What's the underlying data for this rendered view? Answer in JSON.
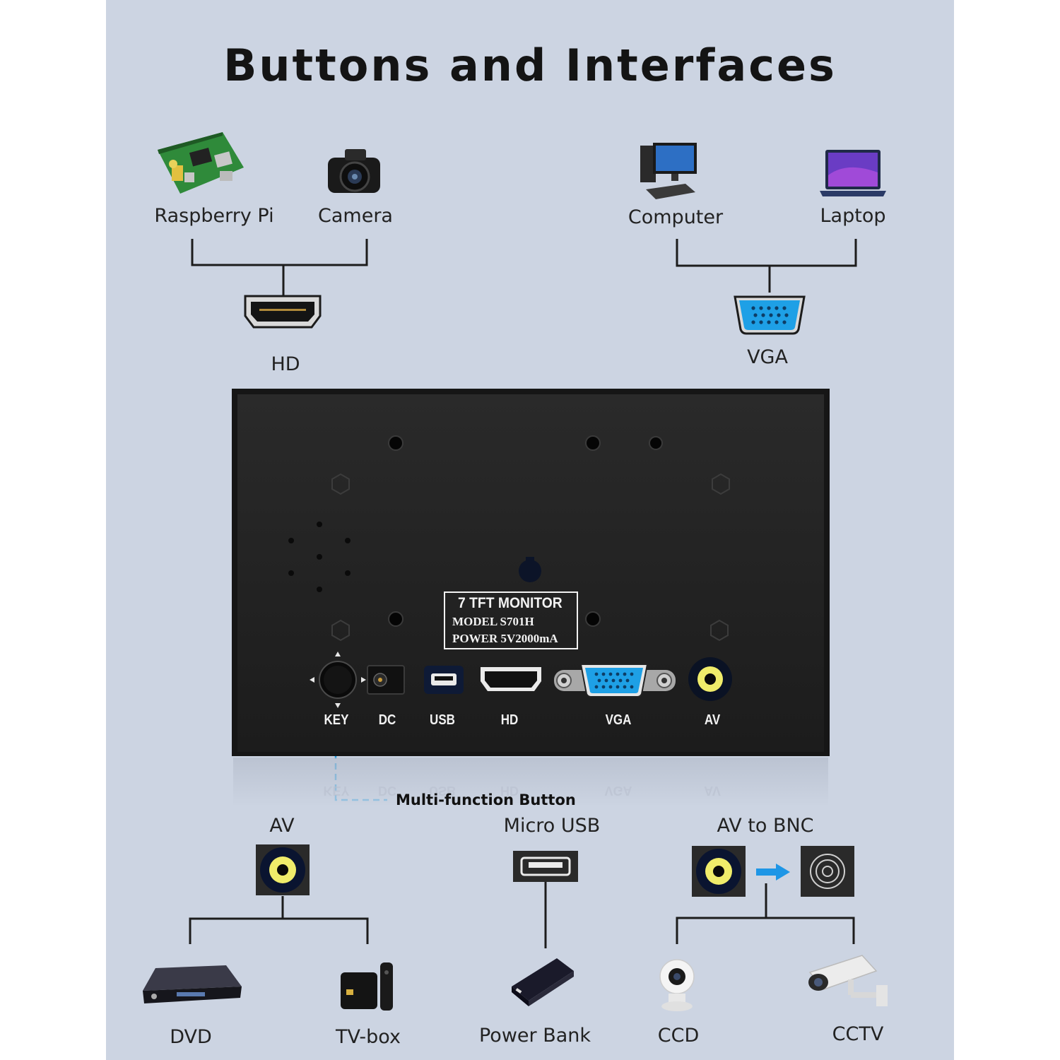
{
  "title": "Buttons and Interfaces",
  "top_left": {
    "devices": [
      "Raspberry Pi",
      "Camera"
    ],
    "port_label": "HD",
    "device_icons": [
      "raspberry-pi-board-icon",
      "camera-icon"
    ],
    "port_icon": "hdmi-port-icon"
  },
  "top_right": {
    "devices": [
      "Computer",
      "Laptop"
    ],
    "port_label": "VGA",
    "device_icons": [
      "desktop-computer-icon",
      "laptop-icon"
    ],
    "port_icon": "vga-port-icon"
  },
  "monitor": {
    "plate": {
      "line1": "7  TFT MONITOR",
      "line2": "MODEL  S701H",
      "line3": "POWER  5V2000mA"
    },
    "ports": [
      {
        "label": "KEY",
        "icon": "joystick-key-icon"
      },
      {
        "label": "DC",
        "icon": "dc-jack-icon"
      },
      {
        "label": "USB",
        "icon": "micro-usb-port-icon"
      },
      {
        "label": "HD",
        "icon": "hdmi-port-icon"
      },
      {
        "label": "VGA",
        "icon": "vga-port-icon"
      },
      {
        "label": "AV",
        "icon": "rca-av-port-icon"
      }
    ],
    "callout": "Multi-function Button",
    "callout_color": "#1a9be0"
  },
  "bottom": {
    "av": {
      "label": "AV",
      "devices": [
        "DVD",
        "TV-box"
      ],
      "device_icons": [
        "dvd-player-icon",
        "tv-box-icon"
      ]
    },
    "micro_usb": {
      "label": "Micro USB",
      "devices": [
        "Power Bank"
      ],
      "device_icons": [
        "power-bank-icon"
      ]
    },
    "av_to_bnc": {
      "label": "AV to BNC",
      "devices": [
        "CCD",
        "CCTV"
      ],
      "device_icons": [
        "ccd-camera-icon",
        "cctv-camera-icon"
      ]
    }
  },
  "colors": {
    "panel_bg": "#ccd4e2",
    "monitor_body": "#232323",
    "vga_blue": "#1ea0e6",
    "rca_yellow": "#f0ec6a",
    "arrow_blue": "#1e96e6"
  }
}
